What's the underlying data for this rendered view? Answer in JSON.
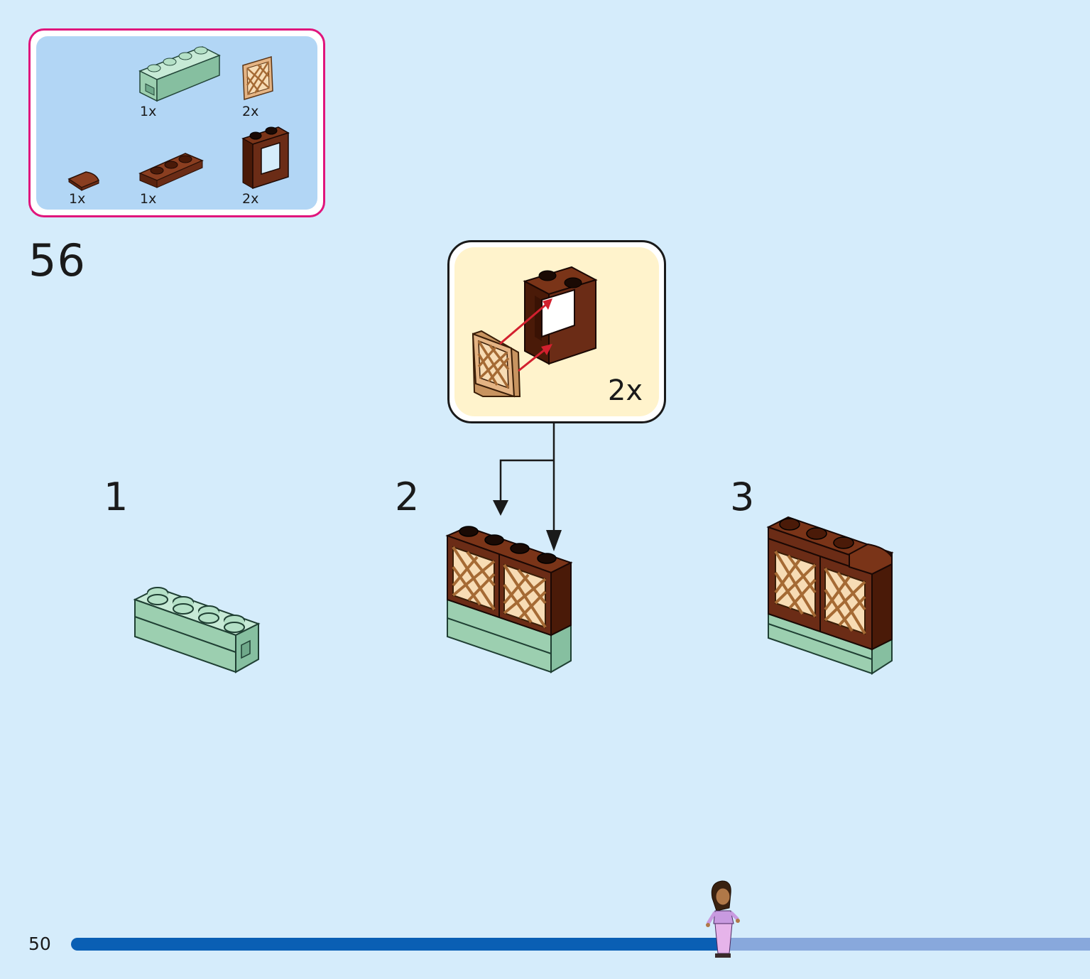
{
  "parts_list": {
    "items": [
      {
        "icon": "sand-green-brick-icon",
        "qty": "1x"
      },
      {
        "icon": "tan-lattice-panel-icon",
        "qty": "2x"
      },
      {
        "icon": "brown-slope-tile-icon",
        "qty": "1x"
      },
      {
        "icon": "brown-plate-icon",
        "qty": "1x"
      },
      {
        "icon": "brown-window-frame-icon",
        "qty": "2x"
      }
    ]
  },
  "step": {
    "number": "56"
  },
  "callout": {
    "qty": "2x"
  },
  "substeps": [
    {
      "number": "1"
    },
    {
      "number": "2"
    },
    {
      "number": "3"
    }
  ],
  "footer": {
    "page_number": "50",
    "progress": 0.64
  },
  "colors": {
    "page_background": "#d5ecfb",
    "parts_border": "#e0157c",
    "parts_fill": "#b2d6f5",
    "callout_fill": "#fff3cc",
    "progress_fill": "#0a5fb4",
    "progress_track": "#88a8dc",
    "sand_green": "#9ccfb0",
    "reddish_brown": "#6b2c16",
    "tan": "#e4b484"
  }
}
